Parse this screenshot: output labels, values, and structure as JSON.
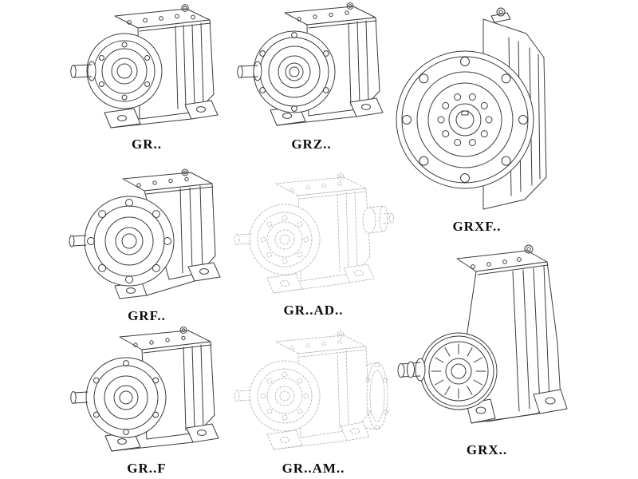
{
  "page": {
    "background": "#ffffff",
    "description_labels_only": true
  },
  "colors": {
    "line": "#3c3c3c",
    "phantom_line": "#b9b9b9",
    "label_text": "#0d0d0d"
  },
  "figures": [
    {
      "id": "gr",
      "label": "GR.."
    },
    {
      "id": "grz",
      "label": "GRZ.."
    },
    {
      "id": "grxf",
      "label": "GRXF.."
    },
    {
      "id": "grf",
      "label": "GRF.."
    },
    {
      "id": "grad",
      "label": "GR..AD.."
    },
    {
      "id": "grx",
      "label": "GRX.."
    },
    {
      "id": "grfoot",
      "label": "GR..F"
    },
    {
      "id": "gram",
      "label": "GR..AM.."
    }
  ]
}
